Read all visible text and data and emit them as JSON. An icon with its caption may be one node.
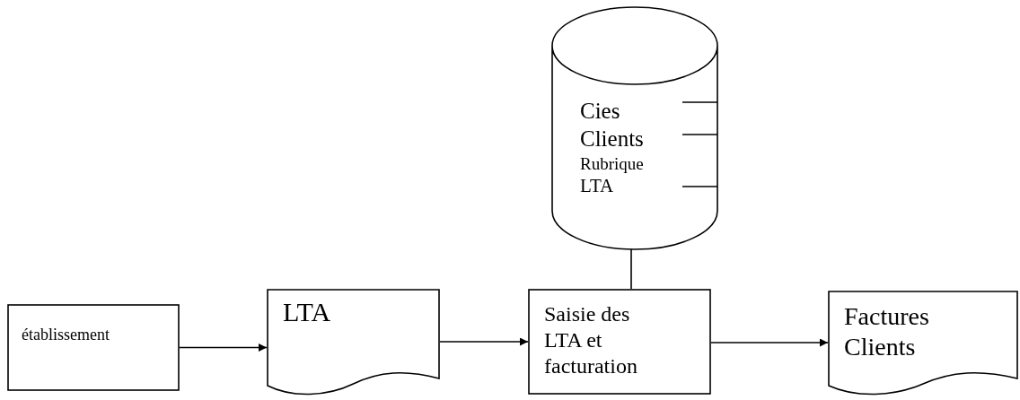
{
  "diagram": {
    "nodes": [
      {
        "text": [
          "établissement"
        ]
      },
      {
        "text": [
          "LTA"
        ]
      },
      {
        "text": [
          "Saisie des LTA et facturation"
        ]
      },
      {
        "text": [
          "Factures Clients"
        ]
      },
      {
        "text": [
          "Cies",
          "Clients",
          "Rubrique",
          "LTA"
        ]
      }
    ],
    "edges": [
      {
        "from": 0,
        "to": 1,
        "arrow": "to"
      },
      {
        "from": 1,
        "to": 2,
        "arrow": "to"
      },
      {
        "from": 2,
        "to": 3,
        "arrow": "to"
      },
      {
        "from": 4,
        "to": 2,
        "arrow": "none"
      }
    ]
  }
}
